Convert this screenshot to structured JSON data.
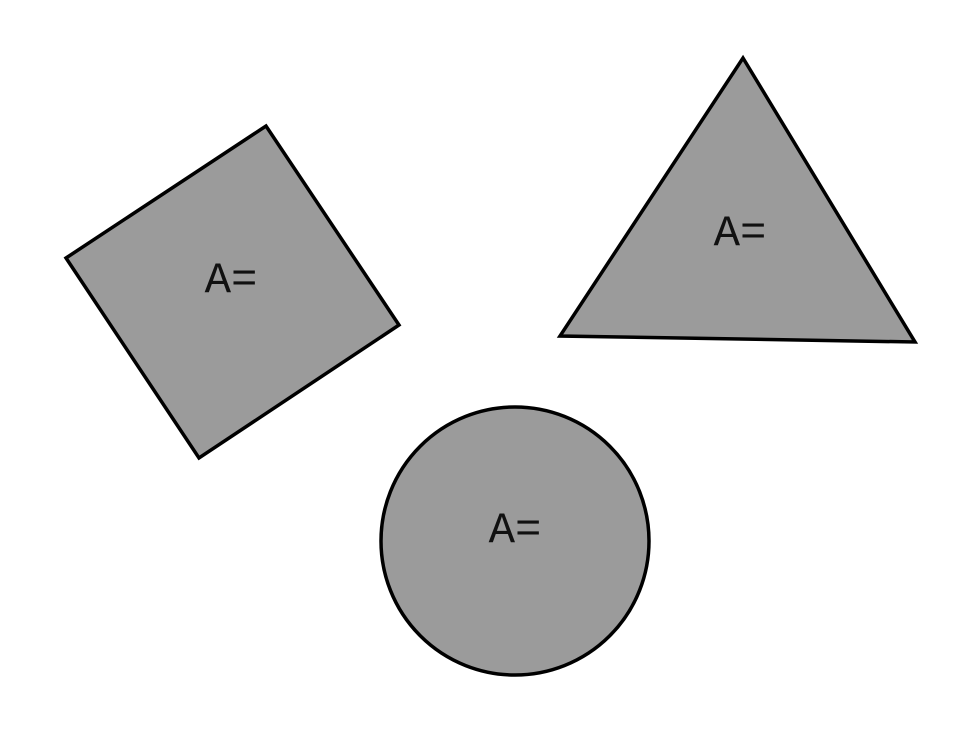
{
  "colors": {
    "shape_fill": "#9b9b9b",
    "shape_stroke": "#000000",
    "background": "#ffffff"
  },
  "shapes": [
    {
      "type": "square",
      "label": "A="
    },
    {
      "type": "triangle",
      "label": "A="
    },
    {
      "type": "circle",
      "label": "A="
    }
  ]
}
